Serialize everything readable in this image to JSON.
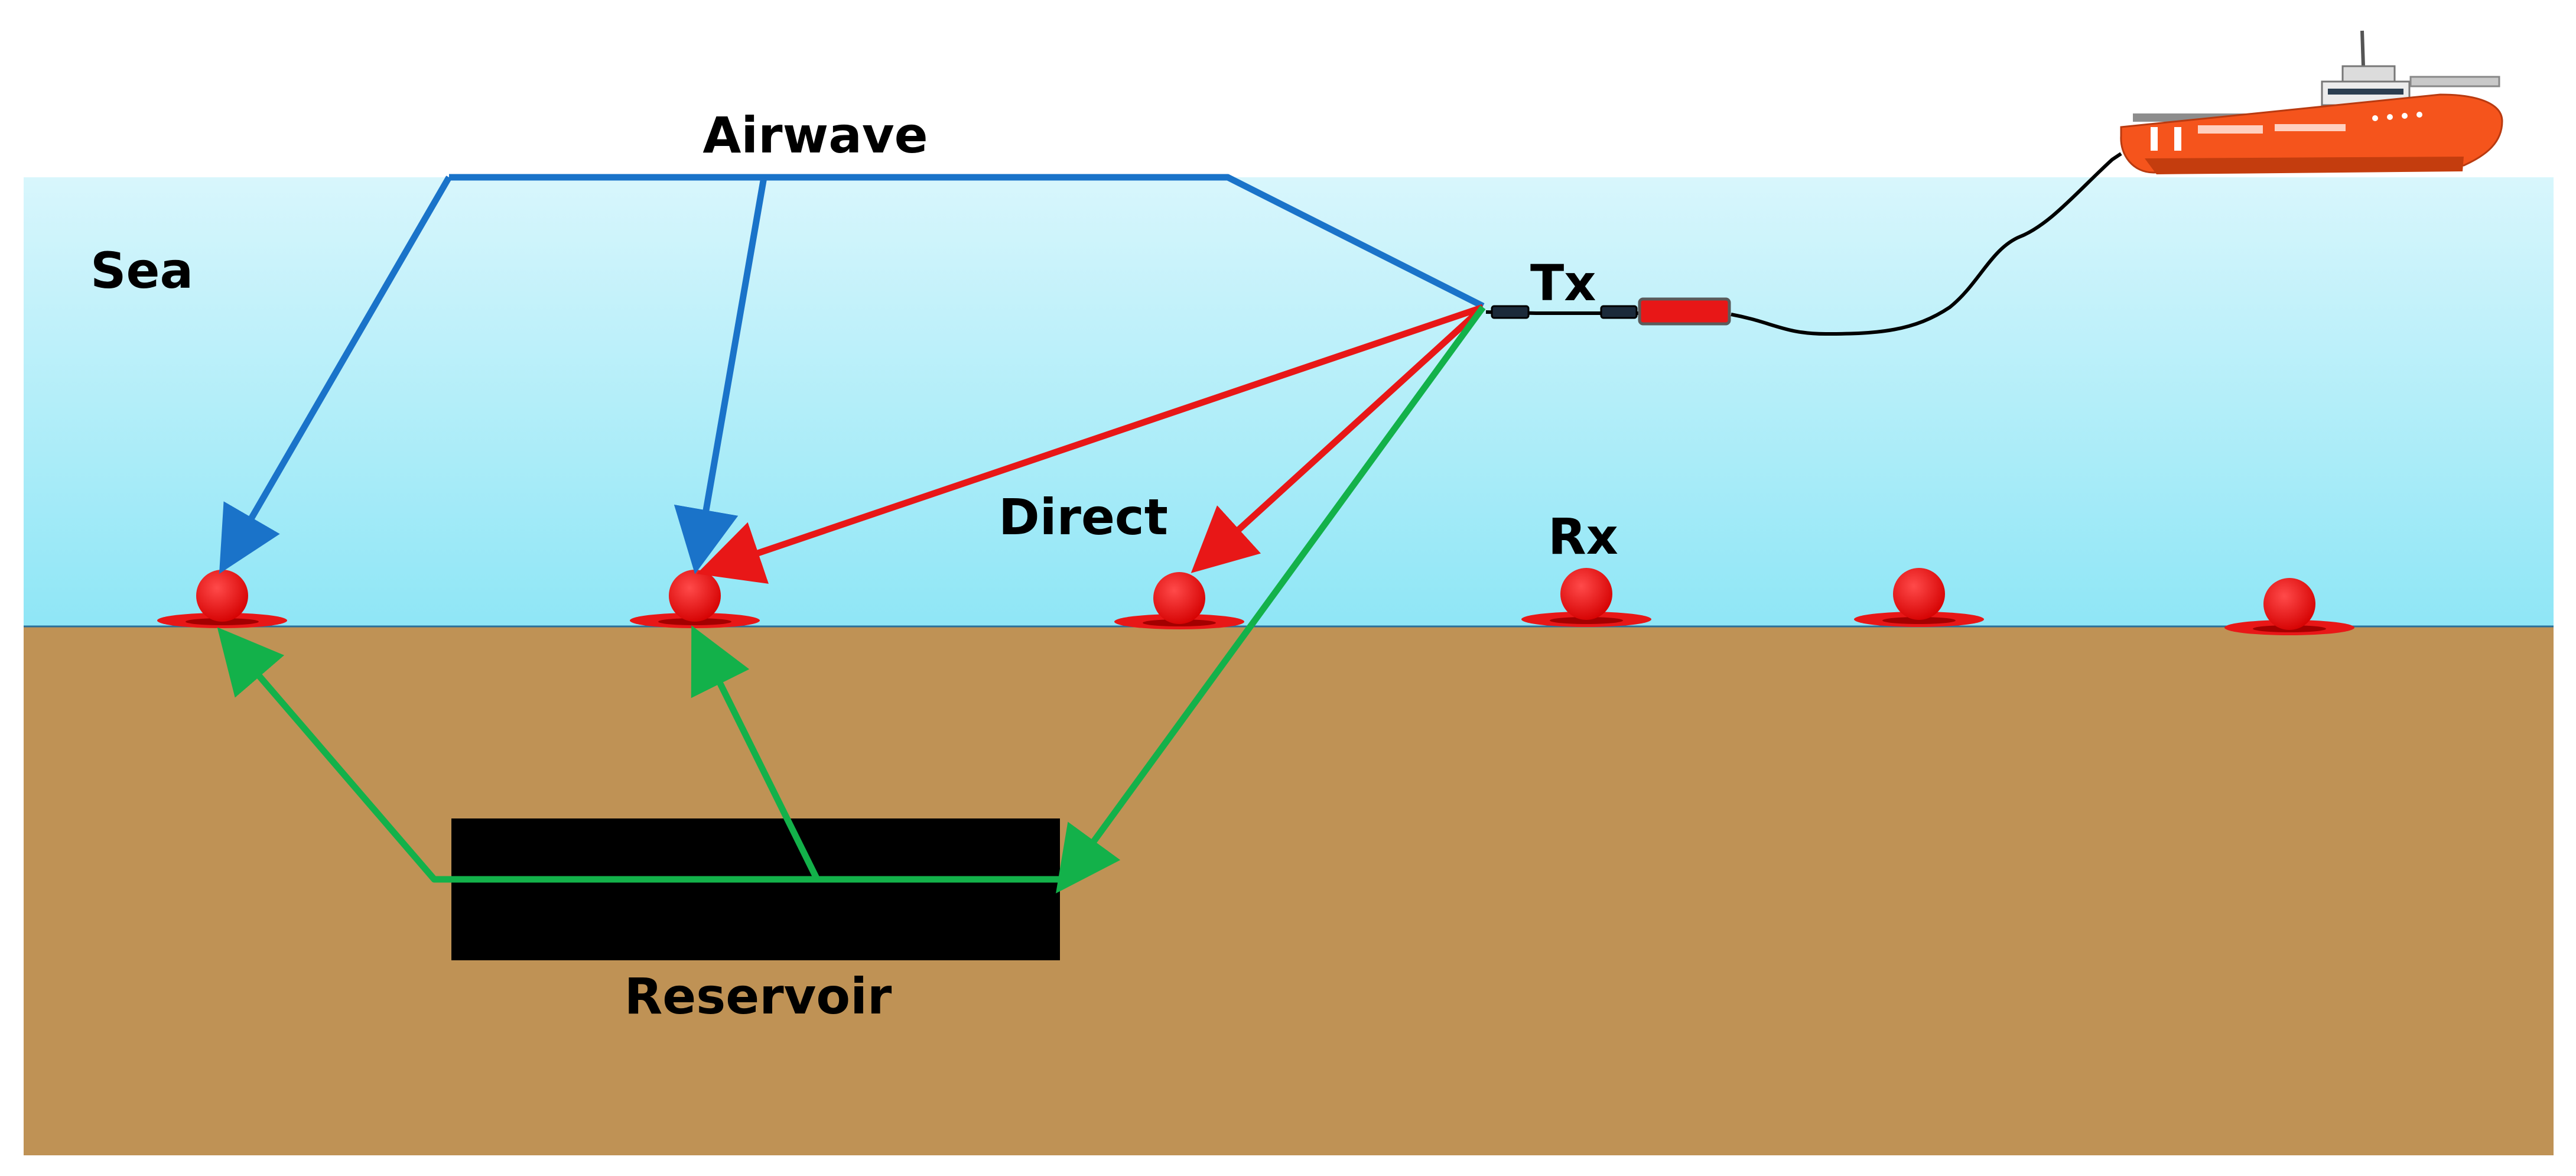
{
  "labels": {
    "airwave": "Airwave",
    "sea": "Sea",
    "tx": "Tx",
    "direct": "Direct",
    "rx": "Rx",
    "reservoir": "Reservoir"
  },
  "colors": {
    "sea_top": "#d8f6fc",
    "sea_bottom": "#8fe6f6",
    "seabed": "#bf9255",
    "airwave_path": "#1a73c9",
    "direct_path": "#e81717",
    "reservoir_path": "#13b14a",
    "receiver": "#ee1010",
    "reservoir_body": "#000000",
    "vessel_hull": "#f5541c"
  },
  "icons": {
    "vessel": "survey-vessel-icon",
    "transmitter": "towed-source-icon",
    "receiver": "seafloor-receiver-icon"
  }
}
